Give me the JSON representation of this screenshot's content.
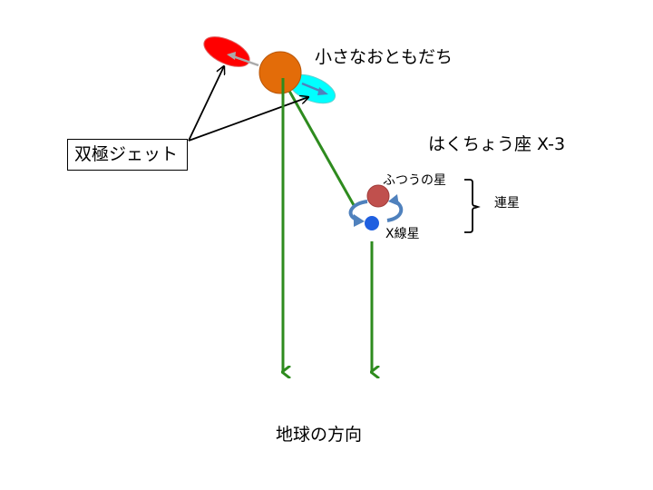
{
  "labels": {
    "companion": "小さなおともだち",
    "system": "はくちょう座 X-3",
    "normal_star": "ふつうの星",
    "xray_star": "X線星",
    "binary": "連星",
    "jets": "双極ジェット",
    "earth_direction": "地球の方向"
  },
  "colors": {
    "companion_body": "#e36c09",
    "jet_red": "#ff0000",
    "jet_cyan": "#00ffff",
    "jet_arrow_gray": "#aaaaaa",
    "jet_arrow_blue": "#4f81bd",
    "normal_star": "#c0504d",
    "xray_star": "#1f5fe0",
    "orbit_arrow": "#4f81bd",
    "earth_arrow": "#2e8b1e",
    "line": "#000000"
  }
}
